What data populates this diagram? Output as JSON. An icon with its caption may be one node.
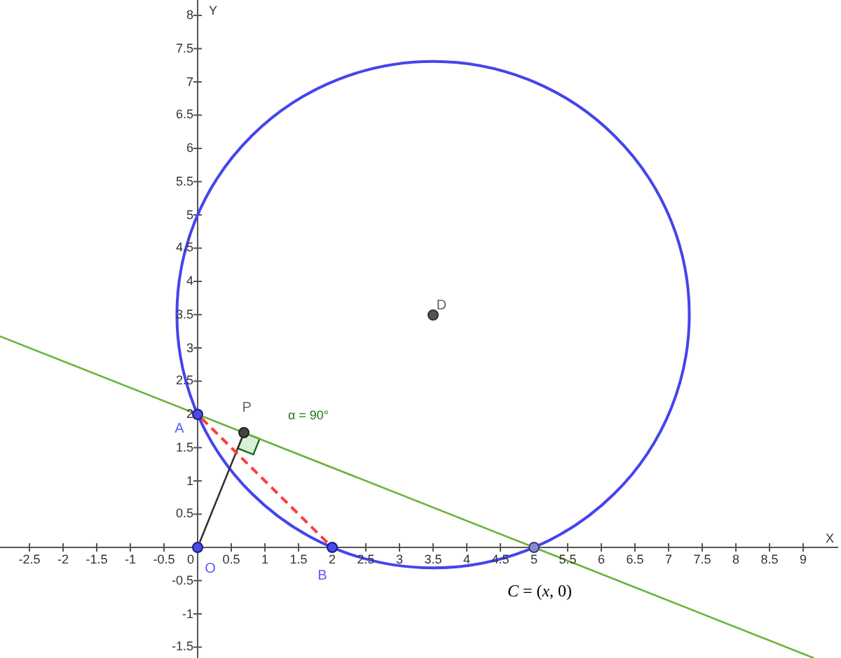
{
  "diagram": {
    "nodes": [
      {
        "text": [
          "A"
        ]
      },
      {
        "text": [
          "B"
        ]
      },
      {
        "text": [
          "*C* = (*x*, 0)"
        ]
      },
      {
        "text": [
          "D"
        ]
      },
      {
        "text": [
          "O"
        ]
      },
      {
        "text": [
          "P"
        ]
      }
    ],
    "edges": [
      {
        "from": 4,
        "to": 5,
        "arrow": "none"
      },
      {
        "from": 0,
        "to": 1,
        "arrow": "none",
        "style": "dashed",
        "color": "#ff3b3b"
      },
      {
        "from": 0,
        "to": 2,
        "arrow": "none",
        "color": "#6ab23e"
      }
    ],
    "labels": [
      "Y",
      "8",
      "7.5",
      "7",
      "6.5",
      "6",
      "5.5",
      "5",
      "4.5",
      "4",
      "3.5",
      "3",
      "2.5",
      "2",
      "1.5",
      "1",
      "0.5",
      "α = 90°",
      "X",
      "-2.5",
      "-2",
      "-1.5",
      "-1",
      "-0.5",
      "0",
      "0.5",
      "1",
      "1.5",
      "2",
      "2.5",
      "3",
      "3.5",
      "4",
      "4.5",
      "5",
      "5.5",
      "6",
      "6.5",
      "7",
      "7.5",
      "8",
      "8.5",
      "9",
      "-0.5",
      "-1",
      "-1.5"
    ]
  }
}
